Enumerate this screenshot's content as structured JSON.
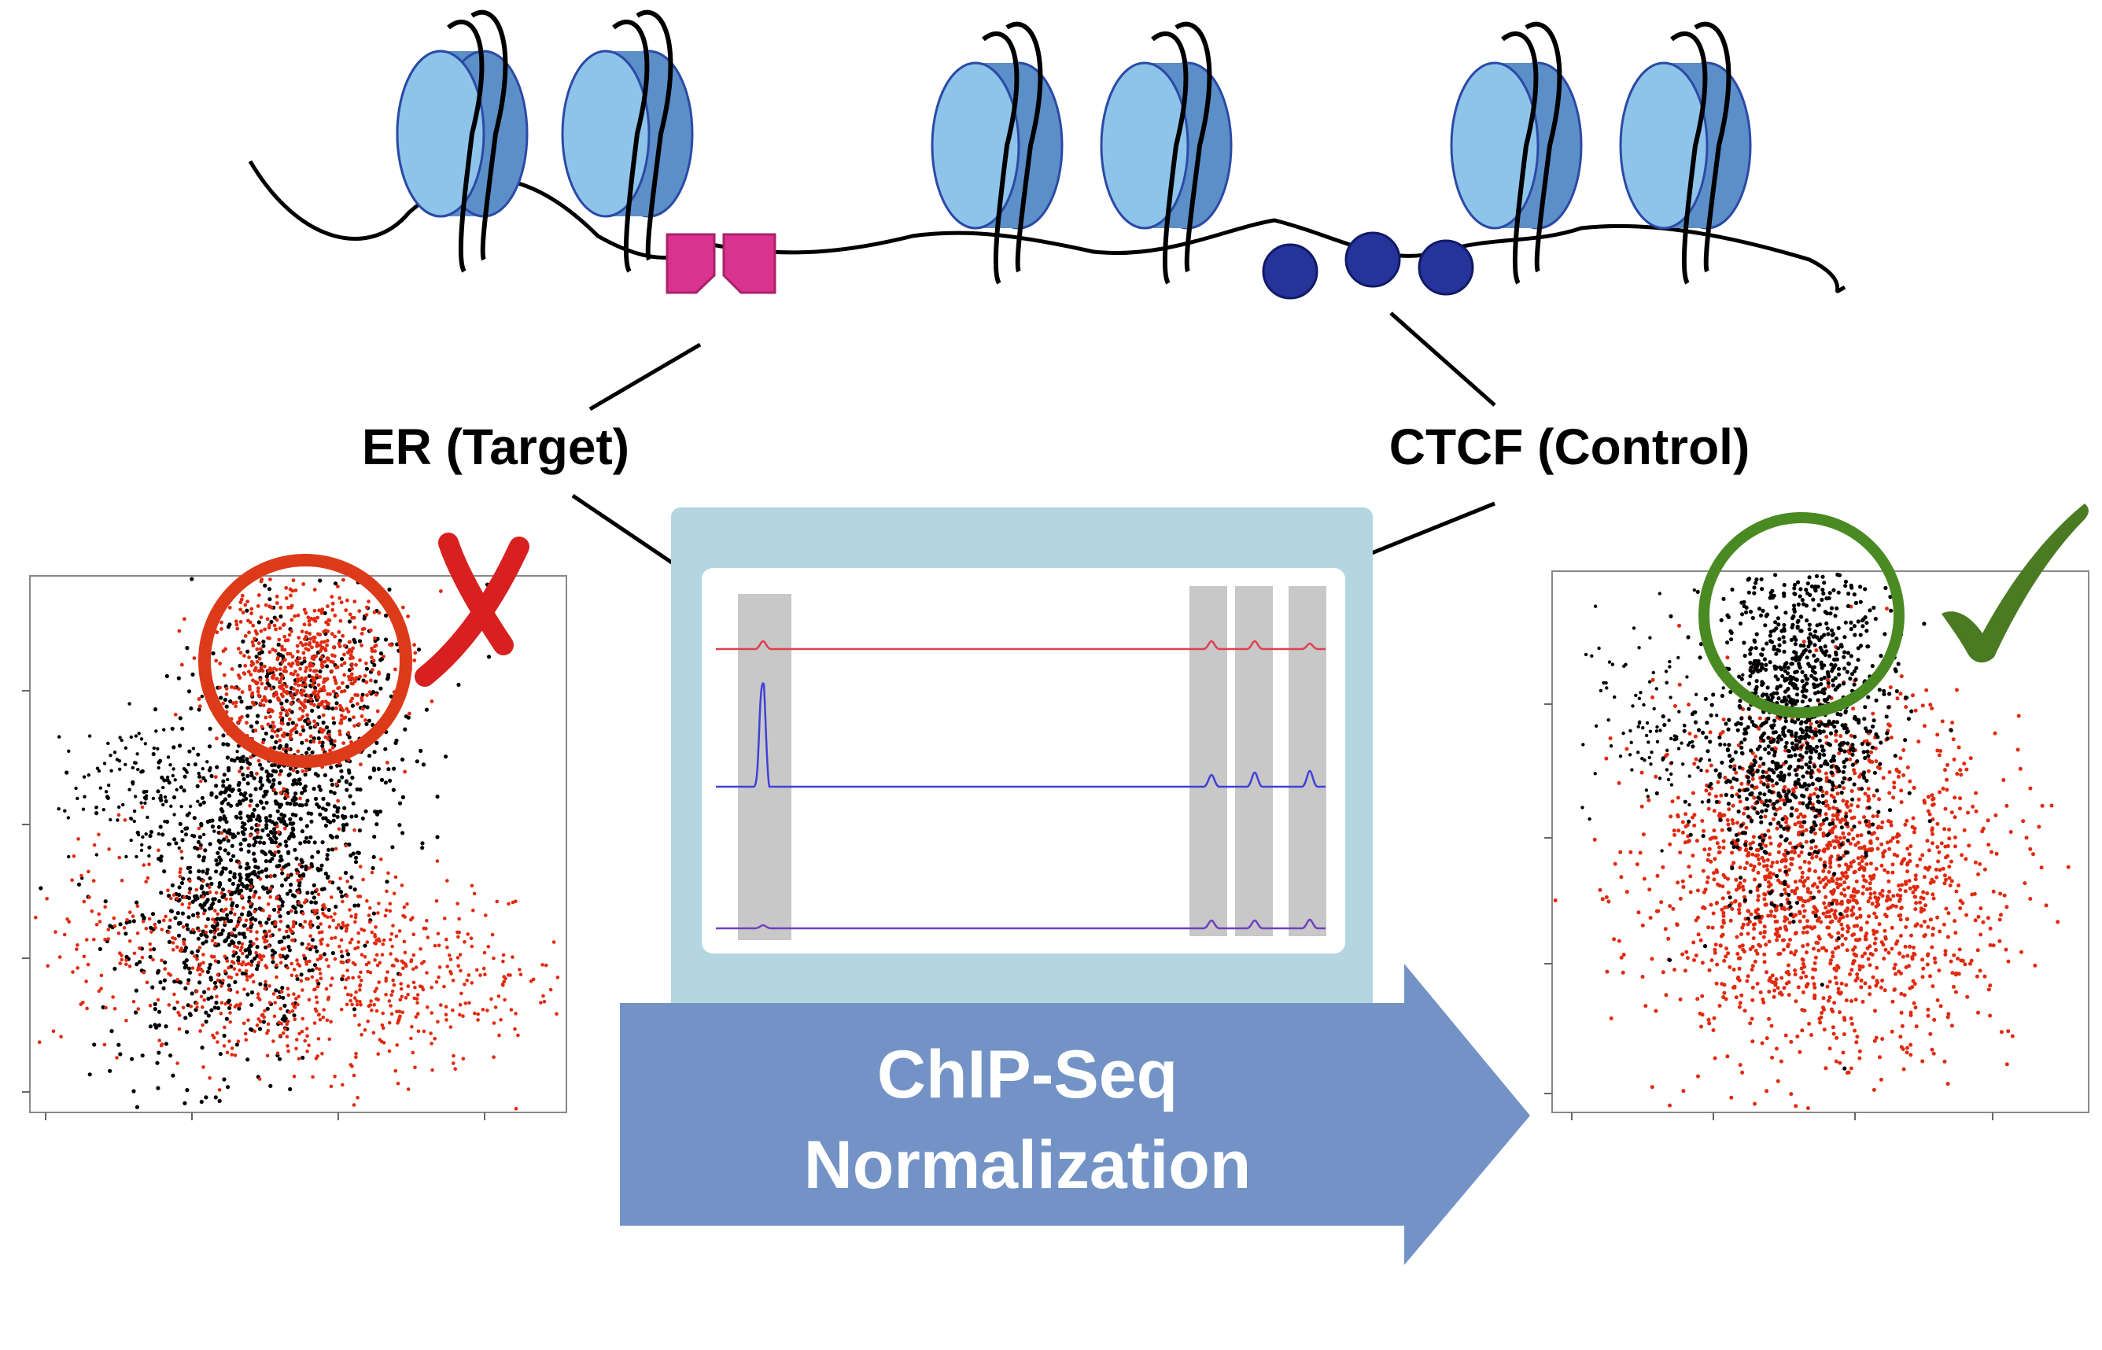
{
  "labels": {
    "target": "ER (Target)",
    "control": "CTCF (Control)",
    "arrow_line1": "ChIP-Seq",
    "arrow_line2": "Normalization"
  },
  "marks": {
    "fail": "✗",
    "pass": "✓"
  },
  "tracks": [
    {
      "color": "#e04050"
    },
    {
      "color": "#4040d8"
    },
    {
      "color": "#7040c0"
    }
  ],
  "colors": {
    "nucleosome_fill": "#8fc4ea",
    "nucleosome_stroke": "#2b4aa6",
    "er_protein": "#d9338f",
    "ctcf_protein": "#25339a",
    "scatter_black": "#000000",
    "scatter_red": "#e02a10",
    "circle_red": "#dd3a1a",
    "circle_green": "#4a8a22",
    "cross_red": "#d82020",
    "check_green": "#4a7a22",
    "arrow_fill": "#7393c6",
    "frame_fill": "#b4d6e0",
    "peak_band": "#c8c8c8"
  },
  "icons": {
    "cross": "x-mark-icon",
    "check": "check-mark-icon"
  }
}
